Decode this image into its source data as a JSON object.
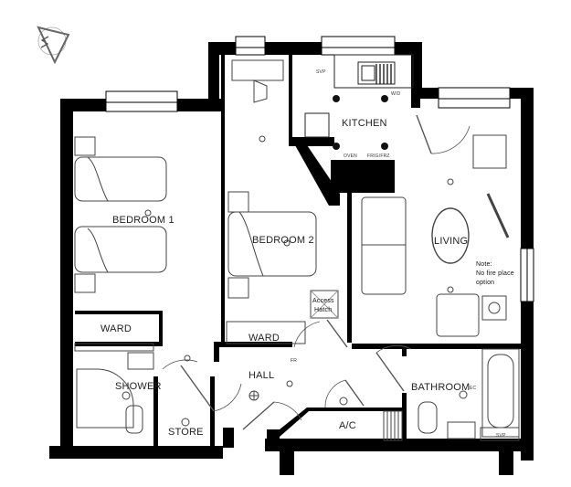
{
  "plan": {
    "type": "apartment floor plan",
    "compass": {
      "label": "N",
      "icon": "north-arrow-compass"
    },
    "note": "Note:\nNo fire place option",
    "rooms": [
      {
        "id": "bedroom1",
        "label": "BEDROOM 1"
      },
      {
        "id": "bedroom2",
        "label": "BEDROOM 2"
      },
      {
        "id": "kitchen",
        "label": "KITCHEN"
      },
      {
        "id": "living",
        "label": "LIVING"
      },
      {
        "id": "ward1",
        "label": "WARD"
      },
      {
        "id": "ward2",
        "label": "WARD"
      },
      {
        "id": "shower",
        "label": "SHOWER"
      },
      {
        "id": "store",
        "label": "STORE"
      },
      {
        "id": "hall",
        "label": "HALL"
      },
      {
        "id": "ac",
        "label": "A/C"
      },
      {
        "id": "bathroom",
        "label": "BATHROOM"
      }
    ],
    "annotations": {
      "access_hatch_line1": "Access",
      "access_hatch_line2": "Hatch",
      "svp_kitchen": "SVP",
      "svp_bathroom": "SVP",
      "wm": "W/D",
      "oven": "OVEN",
      "fridge_freezer": "FRIG/FRZ",
      "fr": "FR",
      "ec": "EC"
    },
    "colors": {
      "wall": "#000000",
      "line": "#222222",
      "background": "#ffffff"
    }
  }
}
